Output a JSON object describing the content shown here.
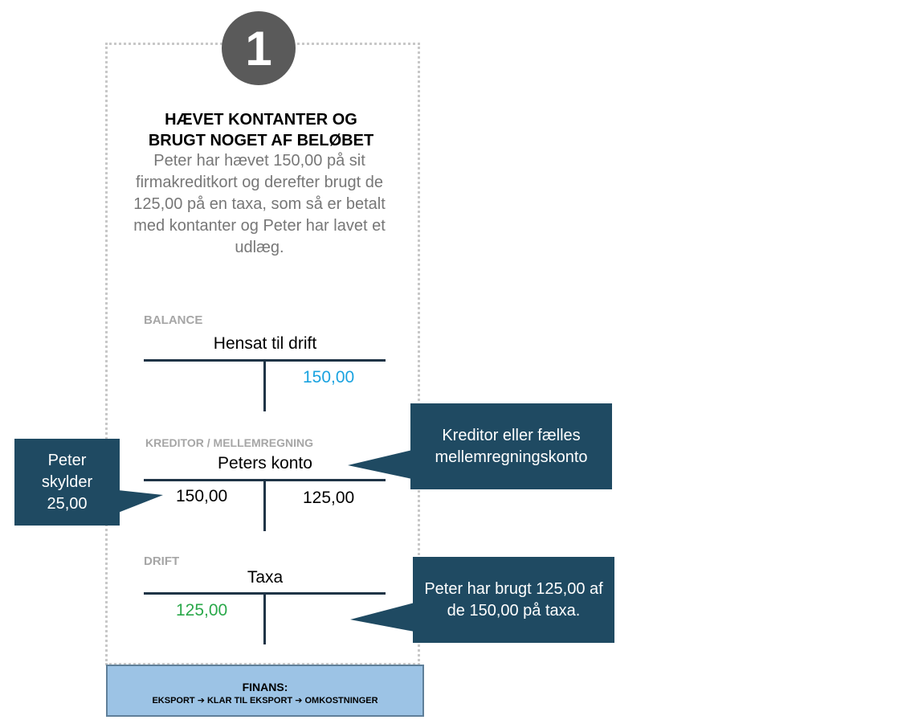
{
  "step": {
    "number": "1"
  },
  "title_lines": [
    "HÆVET KONTANTER OG",
    "BRUGT NOGET AF BELØBET"
  ],
  "description": "Peter har hævet 150,00 på sit firmakreditkort og derefter brugt de 125,00 på en taxa, som så er betalt med kontanter og Peter har lavet et udlæg.",
  "accounts": [
    {
      "section": "BALANCE",
      "name": "Hensat til drift",
      "debit": "",
      "credit": "150,00",
      "credit_color": "#1aa3e0"
    },
    {
      "section": "KREDITOR / MELLEMREGNING",
      "name": "Peters konto",
      "debit": "150,00",
      "credit": "125,00"
    },
    {
      "section": "DRIFT",
      "name": "Taxa",
      "debit": "125,00",
      "credit": "",
      "debit_color": "#2aa84a"
    }
  ],
  "callouts": {
    "left": "Peter skylder 25,00",
    "kreditor": "Kreditor eller fælles mellemregningskonto",
    "taxa": "Peter har brugt 125,00 af de 150,00 på taxa."
  },
  "finans": {
    "title": "FINANS:",
    "flow": [
      "EKSPORT",
      "KLAR TIL EKSPORT",
      "OMKOSTNINGER"
    ],
    "arrow": "➔"
  },
  "colors": {
    "dark": "#1f3446",
    "callout": "#1f4a62",
    "badge": "#5a5a5a",
    "finans_bg": "#9cc3e5"
  }
}
